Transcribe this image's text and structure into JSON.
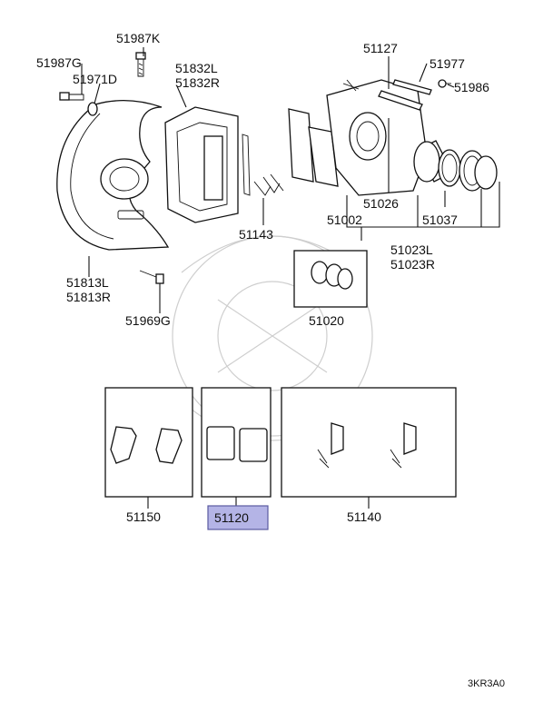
{
  "labels": {
    "p51987K": "51987K",
    "p51987G": "51987G",
    "p51971D": "51971D",
    "p51832": "51832L\n51832R",
    "p51127": "51127",
    "p51977": "51977",
    "p51986": "51986",
    "p51026": "51026",
    "p51002": "51002",
    "p51037": "51037",
    "p51143": "51143",
    "p51023": "51023L\n51023R",
    "p51813": "51813L\n51813R",
    "p51969G": "51969G",
    "p51020": "51020",
    "p51150": "51150",
    "p51120": "51120",
    "p51140": "51140",
    "code": "3KR3A0"
  },
  "highlight": {
    "fill": "#b4b4e6",
    "border": "#5a5aa0"
  }
}
